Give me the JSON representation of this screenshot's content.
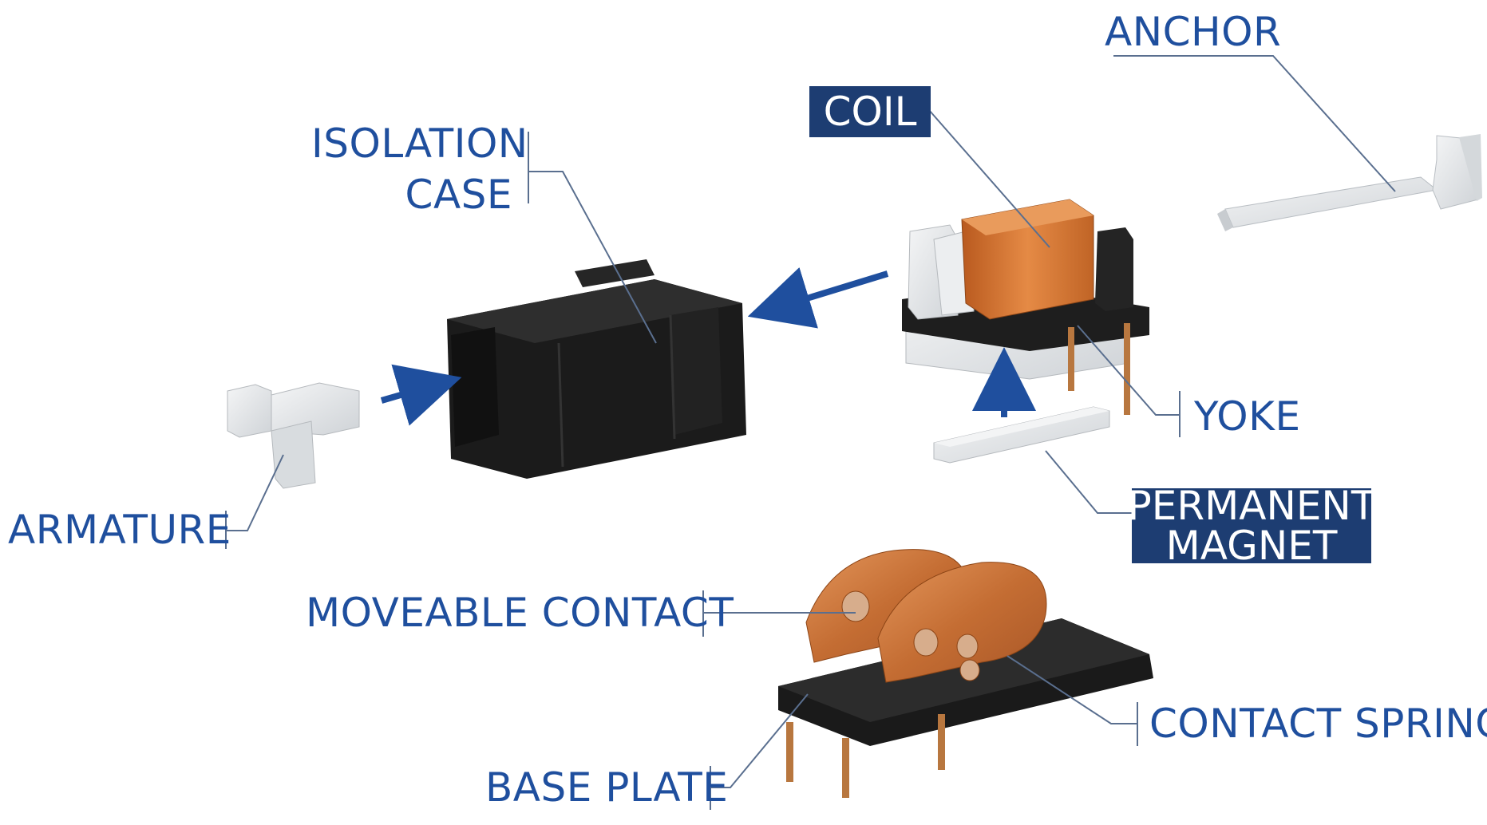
{
  "colors": {
    "label_text": "#1f4f9e",
    "label_box_bg": "#1d3d72",
    "label_box_text": "#ffffff",
    "leader_line": "#5a6f8f",
    "arrow": "#1f4f9e",
    "copper": "#c9773a",
    "black_part": "#1c1c1c",
    "white_part": "#e8eaec"
  },
  "labels": {
    "anchor": "ANCHOR",
    "coil": "COIL",
    "isolation_line1": "ISOLATION",
    "isolation_line2": "CASE",
    "yoke": "YOKE",
    "permanent_line1": "PERMANENT",
    "permanent_line2": "MAGNET",
    "armature": "ARMATURE",
    "moveable_contact": "MOVEABLE CONTACT",
    "contact_spring": "CONTACT SPRING",
    "base_plate": "BASE PLATE"
  }
}
